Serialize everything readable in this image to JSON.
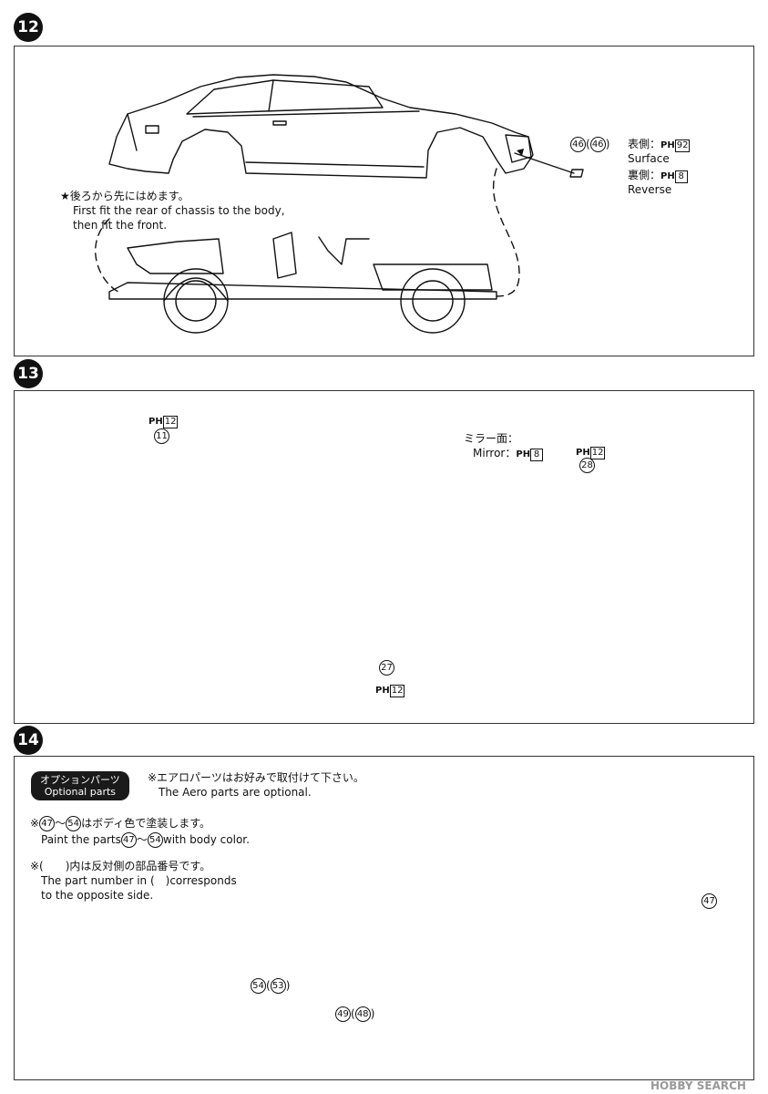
{
  "steps": [
    "12",
    "13",
    "14"
  ],
  "step12": {
    "part_num": "46",
    "part_num_paren": "46",
    "surface_jp": "表側：",
    "surface_color_num": "92",
    "surface_en": "Surface",
    "reverse_jp": "裏側：",
    "reverse_color_num": "8",
    "reverse_en": "Reverse",
    "note_jp": "★後ろから先にはめます。",
    "note_en_1": "First fit the rear of chassis to the body,",
    "note_en_2": "then fit the front."
  },
  "step13": {
    "part_11": "11",
    "part_11_color": "12",
    "mirror_jp": "ミラー面：",
    "mirror_en": "Mirror：",
    "mirror_color": "8",
    "part_28": "28",
    "part_28_color": "12",
    "part_27": "27",
    "part_27_color": "12"
  },
  "step14": {
    "optional_jp": "オプションパーツ",
    "optional_en": "Optional parts",
    "aero_jp": "※エアロパーツはお好みで取付けて下さい。",
    "aero_en": "The Aero parts are optional.",
    "paint_jp_prefix": "※",
    "paint_from": "47",
    "paint_to": "54",
    "paint_jp_suffix": "はボディ色で塗装します。",
    "paint_en_prefix": "Paint the parts",
    "paint_en_suffix": "with body color.",
    "opp_jp": "※(　　)内は反対側の部品番号です。",
    "opp_en_1": "The part number in (　)corresponds",
    "opp_en_2": "to the opposite side.",
    "part_47": "47",
    "part_54": "54",
    "part_53": "53",
    "part_49": "49",
    "part_48": "48"
  },
  "ph_label": "PH",
  "watermark": "HOBBY SEARCH"
}
